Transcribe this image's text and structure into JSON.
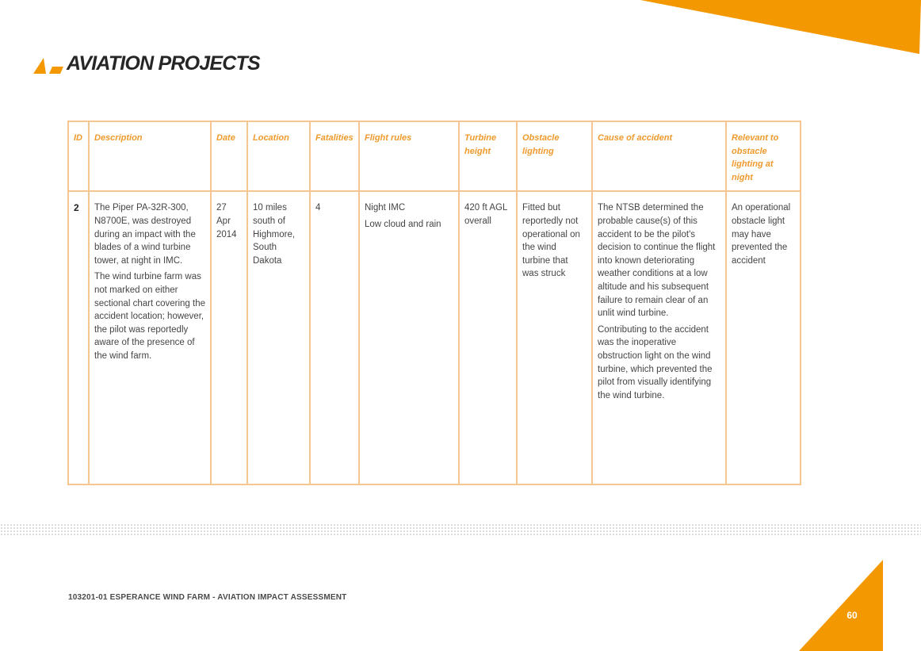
{
  "brand": {
    "name": "AVIATION PROJECTS",
    "accent_color": "#f39800",
    "dark_color": "#262626"
  },
  "table": {
    "headers": [
      "ID",
      "Description",
      "Date",
      "Location",
      "Fatalities",
      "Flight rules",
      "Turbine height",
      "Obstacle lighting",
      "Cause of accident",
      "Relevant to obstacle lighting at night"
    ],
    "row": {
      "id": "2",
      "description": [
        "The Piper PA-32R-300, N8700E, was destroyed during an impact with the blades of a wind turbine tower, at night in IMC.",
        "The wind turbine farm was not marked on either sectional chart covering the accident location; however, the pilot was reportedly aware of the presence of the wind farm."
      ],
      "date": "27 Apr 2014",
      "location": "10 miles south of Highmore, South Dakota",
      "fatalities": "4",
      "flight_rules": [
        "Night IMC",
        "Low cloud and rain"
      ],
      "turbine_height": "420 ft AGL overall",
      "obstacle_lighting": "Fitted but reportedly not operational on the wind turbine that was struck",
      "cause": [
        "The NTSB determined the probable cause(s) of this accident to be the pilot's decision to continue the flight into known deteriorating weather conditions at a low altitude and his subsequent failure to remain clear of an unlit wind turbine.",
        "Contributing to the accident was the inoperative obstruction light on the wind turbine, which prevented the pilot from visually identifying the wind turbine."
      ],
      "relevant": "An operational obstacle light may have prevented the accident"
    }
  },
  "footer": {
    "document_title": "103201-01 ESPERANCE WIND FARM - AVIATION IMPACT ASSESSMENT",
    "page_number": "60"
  }
}
